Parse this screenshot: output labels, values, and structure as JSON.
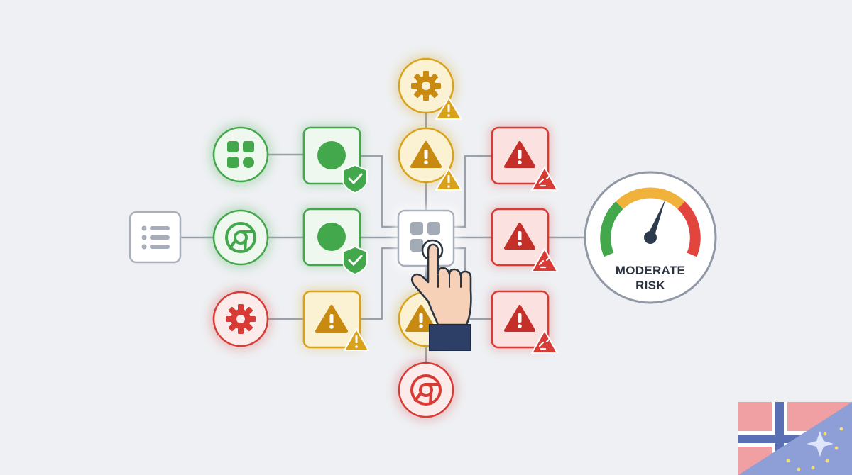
{
  "risk_meter": {
    "label_line1": "MODERATE",
    "label_line2": "RISK",
    "level": "moderate",
    "needle_fraction": 0.66
  },
  "colors": {
    "safe": "#43a84b",
    "warning": "#d9a21b",
    "danger": "#d83b35",
    "neutral": "#9aa3b0",
    "connector": "#9aa1ab",
    "needle": "#2d3a4e",
    "cursor_sleeve": "#2d3f66"
  },
  "nodes": {
    "source": {
      "icon": "list-icon",
      "status": "neutral"
    },
    "hub": {
      "icon": "grid-icon",
      "status": "neutral"
    },
    "browsers": [
      {
        "icon": "apps-grid-icon",
        "status": "safe"
      },
      {
        "icon": "chrome-icon",
        "status": "safe"
      },
      {
        "icon": "gear-icon",
        "status": "danger"
      }
    ],
    "extensions": [
      {
        "icon": "circle-icon",
        "badge": "shield-check-icon",
        "status": "safe"
      },
      {
        "icon": "circle-icon",
        "badge": "shield-check-icon",
        "status": "safe"
      },
      {
        "icon": "warning-icon",
        "badge": "warning-badge-icon",
        "status": "warning"
      }
    ],
    "center_column": [
      {
        "icon": "gear-icon",
        "badge": "warning-badge-icon",
        "status": "warning"
      },
      {
        "icon": "warning-icon",
        "badge": "warning-badge-icon",
        "status": "warning"
      },
      {
        "icon": "warning-icon",
        "status": "warning"
      },
      {
        "icon": "chrome-icon",
        "status": "danger"
      }
    ],
    "threats": [
      {
        "icon": "warning-icon",
        "badge": "broken-link-icon",
        "status": "danger"
      },
      {
        "icon": "warning-icon",
        "badge": "broken-link-icon",
        "status": "danger"
      },
      {
        "icon": "warning-icon",
        "badge": "broken-link-icon",
        "status": "danger"
      }
    ]
  },
  "pointer": {
    "icon": "hand-pointer-icon"
  },
  "corner_flag": {
    "icon": "flag-icon"
  }
}
